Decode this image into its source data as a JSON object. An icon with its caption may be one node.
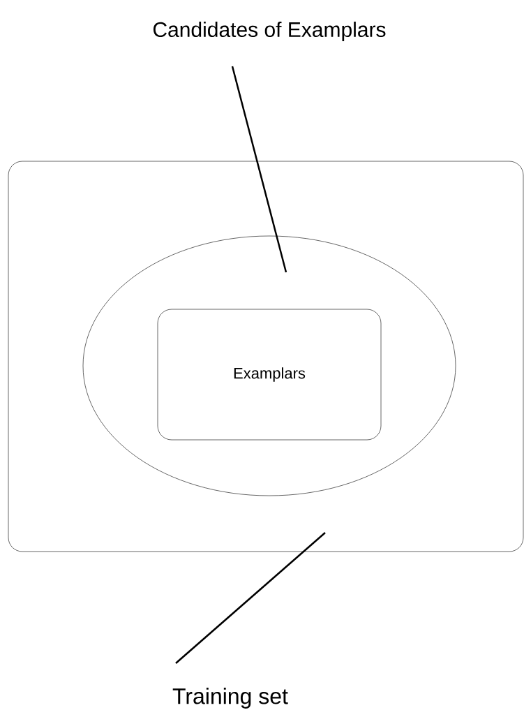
{
  "diagram": {
    "nodes": [
      {
        "text": [
          "Candidates of Examplars"
        ]
      },
      {
        "text": [],
        "shape": "box"
      },
      {
        "text": [],
        "shape": "ellipse",
        "in": 1
      },
      {
        "text": [
          "Examplars"
        ],
        "in": 2
      },
      {
        "text": [
          "Training set"
        ]
      }
    ],
    "edges": [
      {
        "from": 0,
        "to": 2,
        "arrow": "none"
      },
      {
        "from": 4,
        "to": 1,
        "arrow": "none"
      }
    ]
  }
}
